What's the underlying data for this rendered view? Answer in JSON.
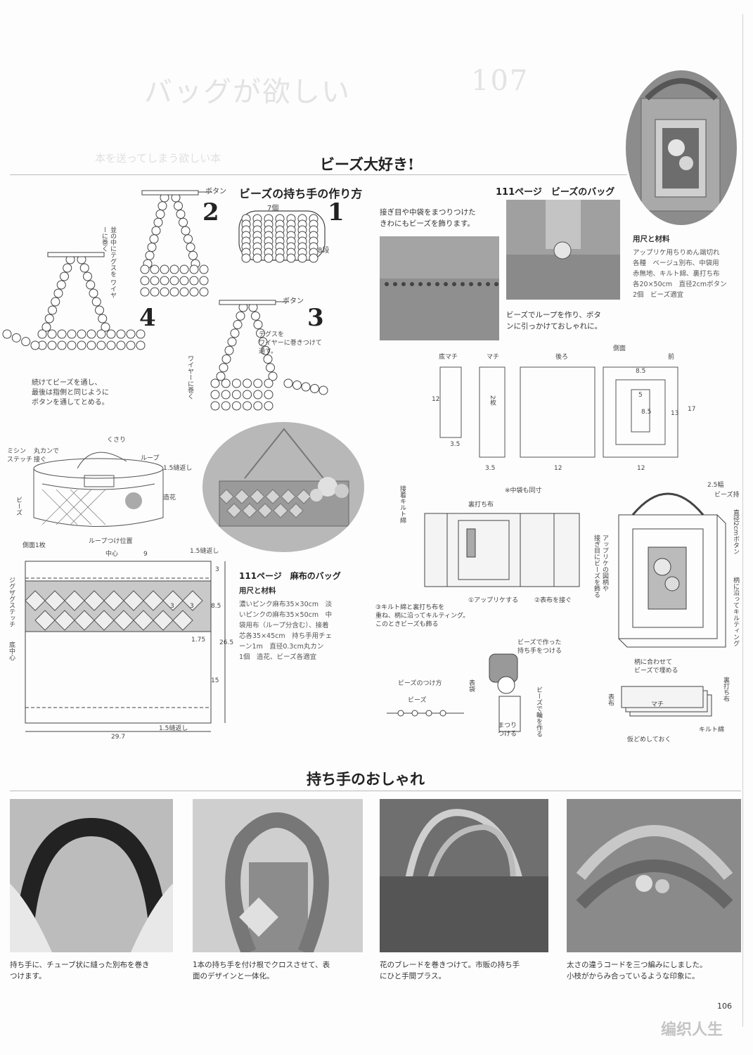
{
  "header": {
    "ghost_left": "バッグが欲しい",
    "ghost_right": "107",
    "ghost_sub": "本を送ってしまう欲しい本"
  },
  "section_beads": {
    "title": "ビーズ大好き!",
    "handle_title": "ビーズの持ち手の作り方",
    "steps": [
      "1",
      "2",
      "3",
      "4"
    ],
    "labels": {
      "button_top": "ボタン",
      "button_mid": "ボタン",
      "count_7": "7個",
      "count_8": "8段",
      "threading_2": "並の中にテグスを\nワイヤーに巻く",
      "threading_3": "テグスを\nワイヤーに巻きつけて\n通す。",
      "wire_wrap": "ワイヤーに巻く",
      "finish_4": "続けてビーズを通し、\n最後は指側と同じように\nボタンを通してとめる。"
    }
  },
  "section_mid": {
    "caption_1": "接ぎ目や中袋をまつりつけた\nきわにもビーズを飾ります。",
    "bag111_title": "111ページ　ビーズのバッグ",
    "caption_2": "ビーズでループを作り、ボタ\nンに引っかけておしゃれに。",
    "materials_title": "用尺と材料",
    "materials_text": "アップリケ用ちりめん端切れ\n各種　ベージュ別布、中袋用\n赤無地、キルト綿、裏打ち布\n各20×50cm　直径2cmボタン\n2個　ビーズ適宜"
  },
  "pattern_pieces": {
    "labels": [
      "底マチ",
      "マチ",
      "後ろ",
      "側面",
      "前"
    ],
    "dims": {
      "h12": "12",
      "w35a": "3.5",
      "w35b": "3.5",
      "w12a": "12",
      "w12b": "12",
      "h17": "17",
      "w85": "8.5",
      "w5": "5",
      "h85": "8.5",
      "h13": "13"
    },
    "two_pieces": "2枚"
  },
  "linen_bag": {
    "labels": {
      "chain": "くさり",
      "ring": "丸カンで\n接ぐ",
      "machine_stitch": "ミシン\nステッチ",
      "loop": "ループ",
      "seam15": "1.5縫返し",
      "beads": "ビーズ",
      "flower": "造花",
      "side_piece": "側面1枚",
      "loop_pos": "ループつけ位置",
      "center": "中心",
      "dim9": "9",
      "seam15b": "1.5縫返し",
      "dim3a": "3",
      "dim3b": "3",
      "dim3c": "3",
      "dim85": "8.5",
      "dim175": "1.75",
      "dim265": "26.5",
      "dim15": "15",
      "dim297": "29.7",
      "seam15c": "1.5縫返し",
      "zigzag": "ジグザグステッチ",
      "bottom_center": "底中心"
    },
    "title": "111ページ　麻布のバッグ",
    "materials_title": "用尺と材料",
    "materials_text": "濃いピンク麻布35×30cm　淡\nいピンクの麻布35×50cm　中\n袋用布（ループ分含む）、接着\n芯各35×45cm　持ち手用チェ\nーン1m　直径0.3cm丸カン\n1個　造花、ビーズ各適宜"
  },
  "bead_bag_assembly": {
    "same_inner": "※中袋も同寸",
    "backing": "裏打ち布",
    "quilt_batting": "接着キルト綿",
    "step1": "①アップリケする",
    "step2": "②表布を接ぐ",
    "step3": "③キルト綿と裏打ち布を\n重ね、柄に沿ってキルティング。\nこのときビーズも飾る",
    "handle_attach": "ビーズで作った\n持ち手をつける",
    "width25": "2.5幅",
    "bead_handle": "ビーズ持",
    "button_2cm": "直径2cmボタン",
    "applique_beads": "アップリケの図柄や\n接ぎ目にビーズを飾る",
    "quilt_along": "柄に沿ってキルティング",
    "fill_beads": "柄に合わせて\nビーズで埋める",
    "bead_method": "ビーズのつけ方",
    "beads": "ビーズ",
    "gusset_front": "表布",
    "gusset": "マチ",
    "backing2": "裏打ち布",
    "batting2": "キルト綿",
    "baste": "仮どめしておく",
    "inner_label": "表袋",
    "blind_stitch": "まつり\nつける",
    "loop_beads": "ビーズで輪を作る"
  },
  "section_handles": {
    "title": "持ち手のおしゃれ",
    "captions": [
      "持ち手に、チューブ状に縫った別布を巻き\nつけます。",
      "1本の持ち手を付け根でクロスさせて、表\n面のデザインと一体化。",
      "花のブレードを巻きつけて。市販の持ち手\nにひと手間プラス。",
      "太さの違うコードを三つ編みにしました。\n小枝がからみ合っているような印象に。"
    ]
  },
  "footer": {
    "page_number": "106",
    "watermark": "编织人生"
  }
}
